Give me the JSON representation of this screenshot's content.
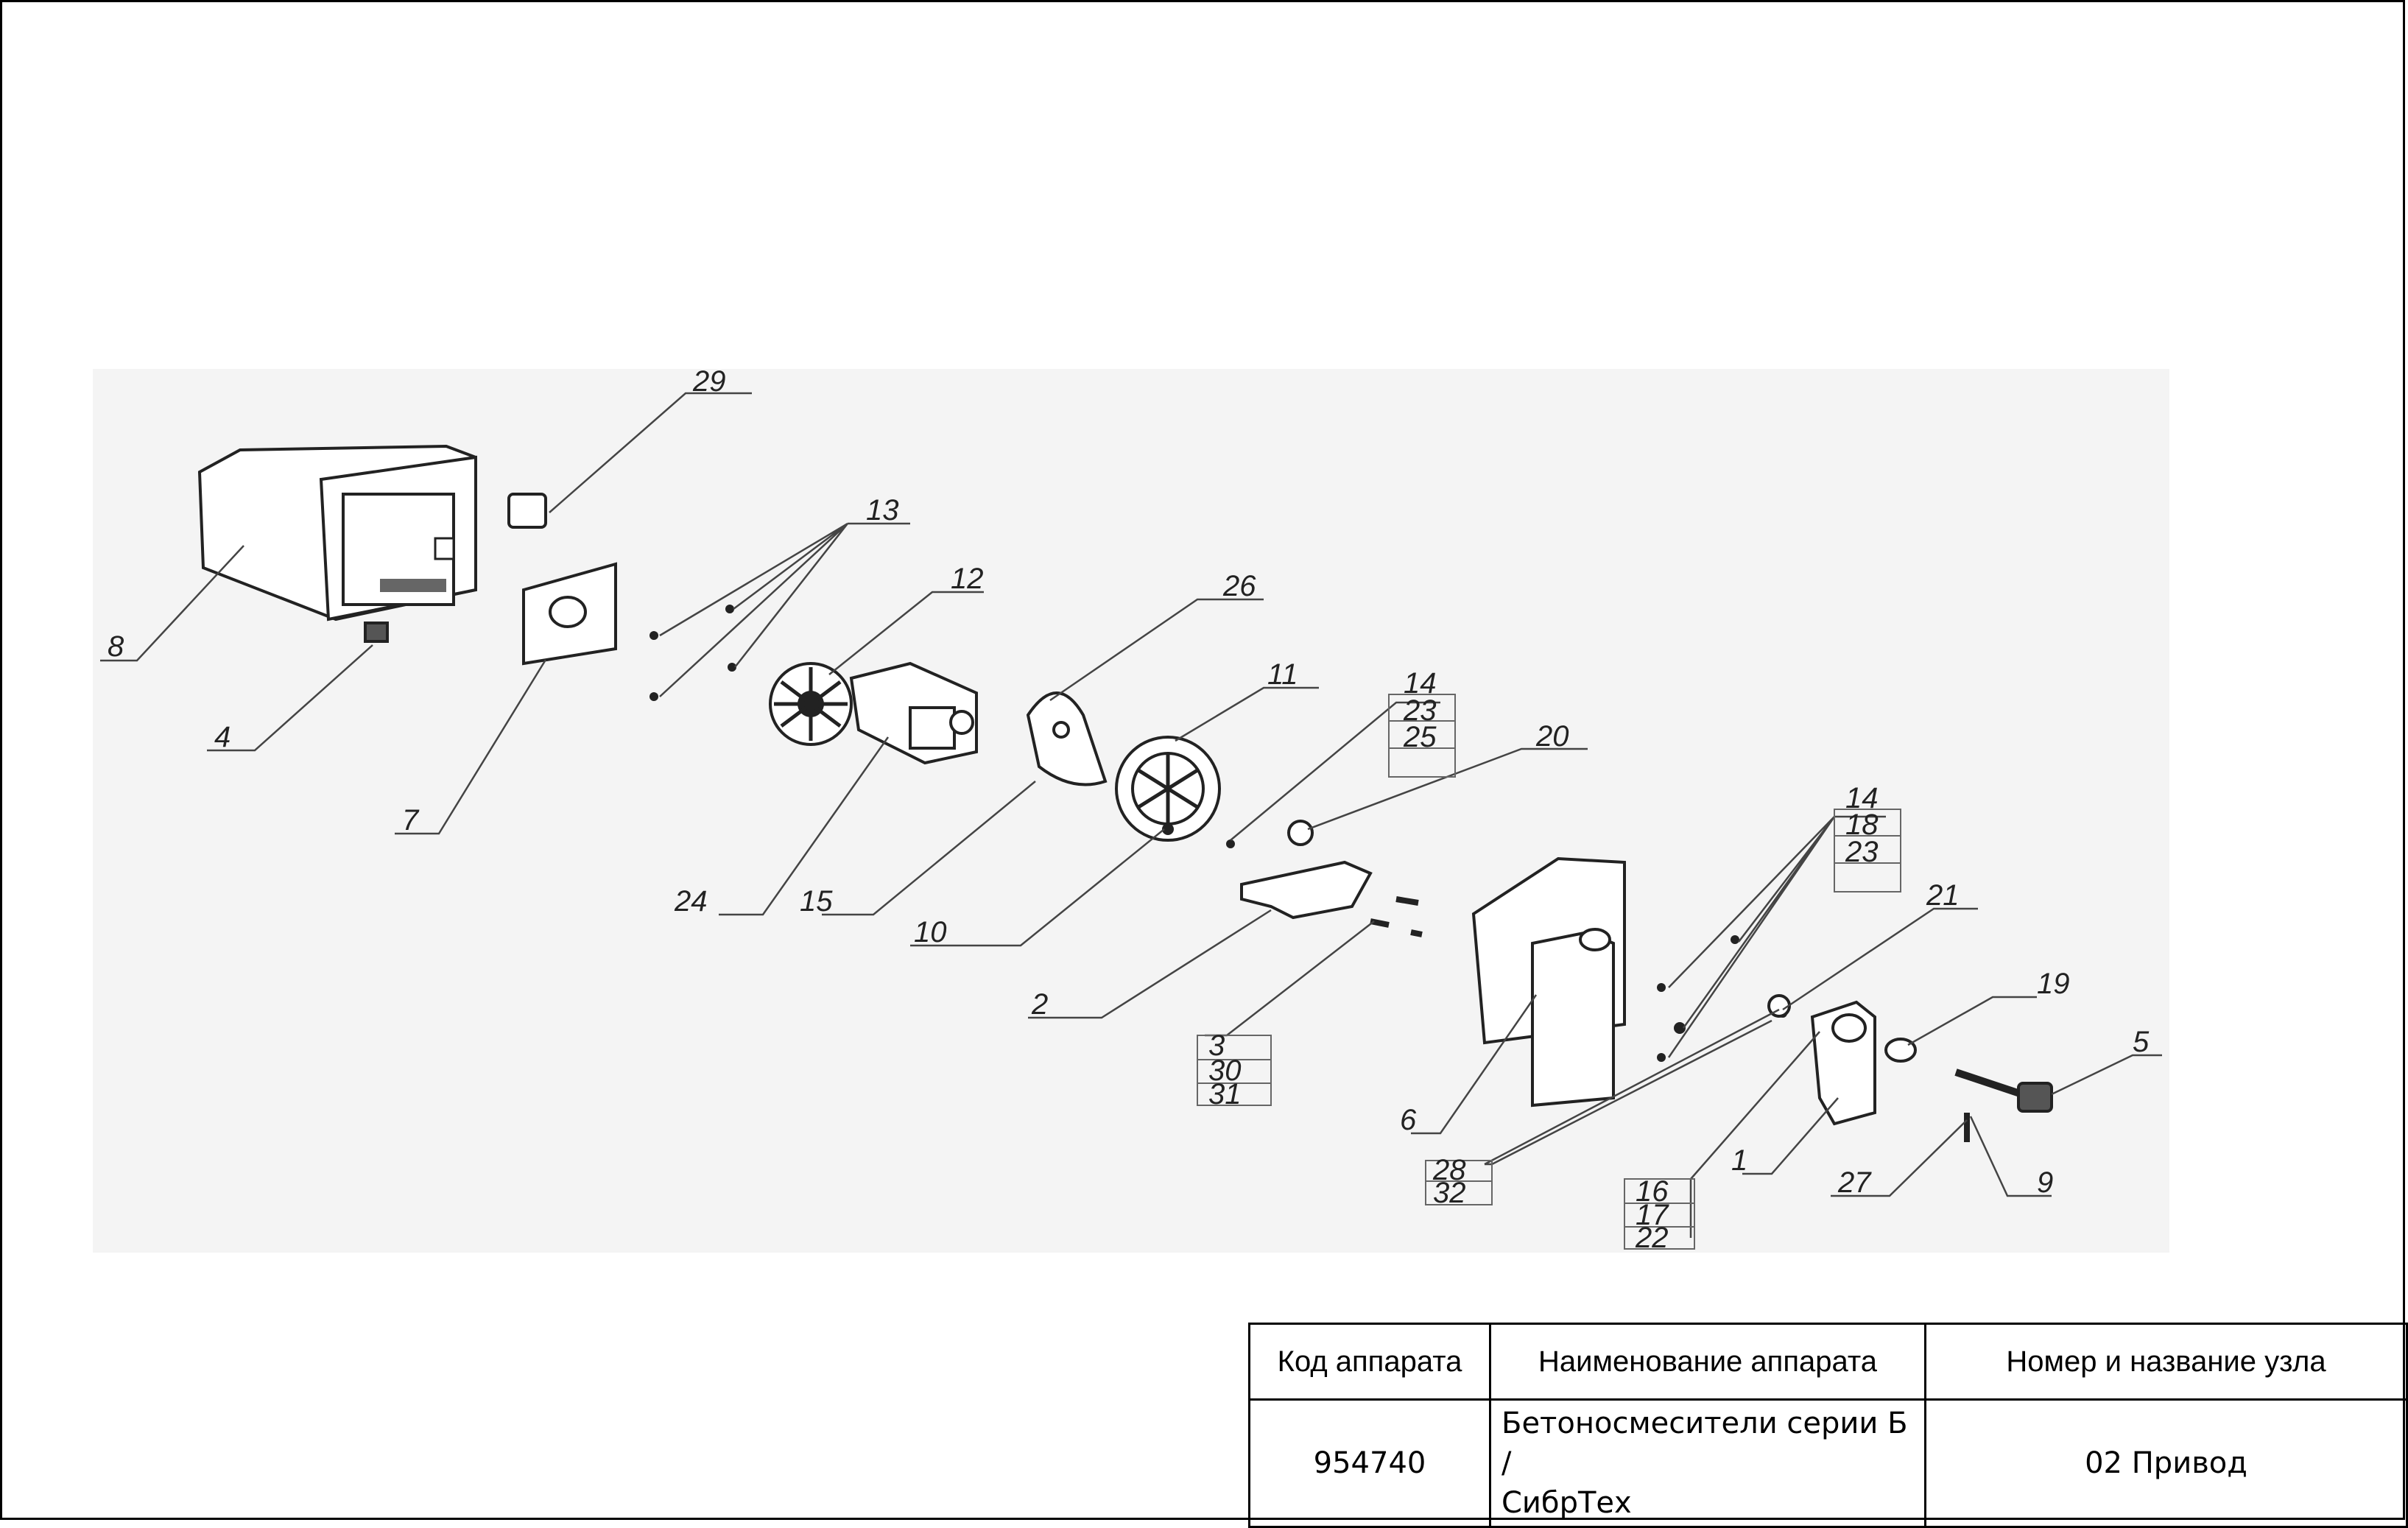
{
  "drawing": {
    "part_labels": [
      "29",
      "13",
      "12",
      "26",
      "11",
      "14",
      "23",
      "25",
      "20",
      "8",
      "4",
      "7",
      "24",
      "15",
      "10",
      "2",
      "3",
      "30",
      "31",
      "6",
      "14",
      "18",
      "23",
      "21",
      "19",
      "5",
      "28",
      "32",
      "16",
      "17",
      "22",
      "1",
      "27",
      "9"
    ]
  },
  "title_block": {
    "headers": {
      "code": "Код аппарата",
      "name": "Наименование аппарата",
      "node": "Номер и название узла"
    },
    "values": {
      "code": "954740",
      "name_line1": "Бетоносмесители серии Б /",
      "name_line2": "СибрТех",
      "node": "02 Привод"
    }
  }
}
